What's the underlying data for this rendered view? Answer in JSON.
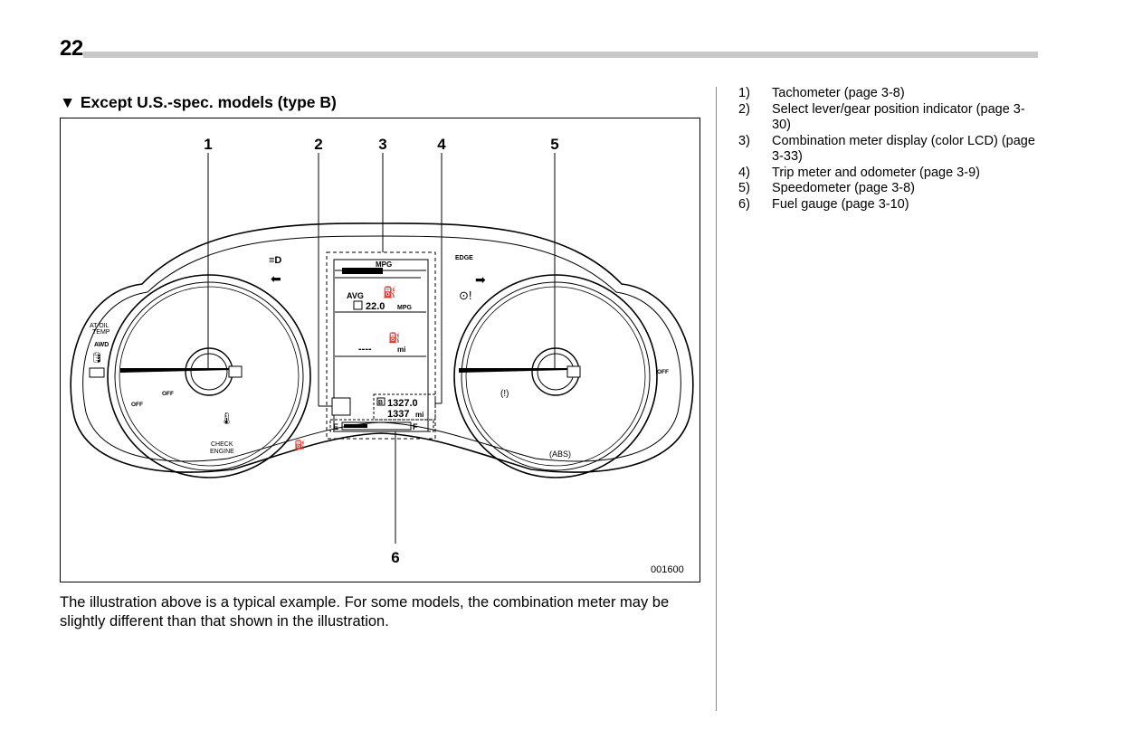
{
  "page": {
    "number": "22",
    "heading": "Except U.S.-spec. models (type B)",
    "caption": "The illustration above is a typical example. For some models, the combination meter may be slightly different than that shown in the illustration."
  },
  "figure": {
    "callouts": [
      "1",
      "2",
      "3",
      "4",
      "5",
      "6"
    ],
    "figure_id": "001600",
    "display": {
      "mpg_label": "MPG",
      "avg_label": "AVG",
      "avg_value": "22.0",
      "avg_unit": "MPG",
      "range_value": "----",
      "range_unit": "mi",
      "trip_value": "1327.0",
      "odo_value": "1337",
      "odo_unit": "mi",
      "fuel_empty": "E",
      "fuel_full": "F",
      "trip_tag": "B"
    },
    "left_labels": {
      "at_oil": "AT OIL",
      "temp": "TEMP",
      "awd": "AWD",
      "off": "OFF",
      "check": "CHECK",
      "engine": "ENGINE"
    },
    "right_labels": {
      "edge": "EDGE",
      "off": "OFF"
    }
  },
  "legend": [
    {
      "num": "1)",
      "text": "Tachometer (page 3-8)"
    },
    {
      "num": "2)",
      "text": "Select lever/gear position indicator (page 3-30)"
    },
    {
      "num": "3)",
      "text": "Combination meter display (color LCD) (page 3-33)"
    },
    {
      "num": "4)",
      "text": "Trip meter and odometer (page 3-9)"
    },
    {
      "num": "5)",
      "text": "Speedometer (page 3-8)"
    },
    {
      "num": "6)",
      "text": "Fuel gauge (page 3-10)"
    }
  ]
}
